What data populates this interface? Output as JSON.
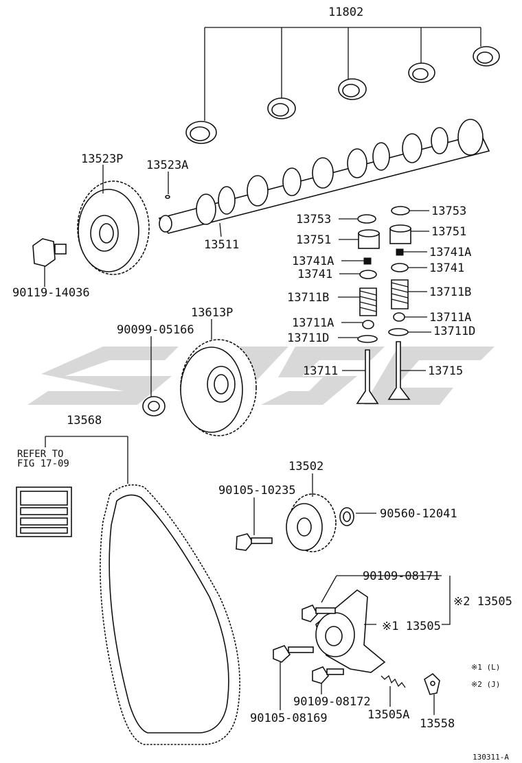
{
  "labels": {
    "l_11802": "11802",
    "l_13523P": "13523P",
    "l_13523A": "13523A",
    "l_90119": "90119-14036",
    "l_13511": "13511",
    "l_13753L": "13753",
    "l_13753R": "13753",
    "l_13751L": "13751",
    "l_13751R": "13751",
    "l_13741AL": "13741A",
    "l_13741AR": "13741A",
    "l_13741L": "13741",
    "l_13741R": "13741",
    "l_13711BL": "13711B",
    "l_13711BR": "13711B",
    "l_13711AL": "13711A",
    "l_13711AR": "13711A",
    "l_13711DL": "13711D",
    "l_13711DR": "13711D",
    "l_13711": "13711",
    "l_13715": "13715",
    "l_13613P": "13613P",
    "l_90099": "90099-05166",
    "l_13568": "13568",
    "l_refer1": "REFER TO",
    "l_refer2": "FIG 17-09",
    "l_13502": "13502",
    "l_90105a": "90105-10235",
    "l_90560": "90560-12041",
    "l_90109a": "90109-08171",
    "l_13505a": "※2 13505",
    "l_13505b": "※1 13505",
    "l_90105b": "90105-08169",
    "l_90109b": "90109-08172",
    "l_13505A": "13505A",
    "l_13558": "13558",
    "l_note1": "※1 (L)",
    "l_note2": "※2 (J)",
    "l_code": "130311-A"
  }
}
